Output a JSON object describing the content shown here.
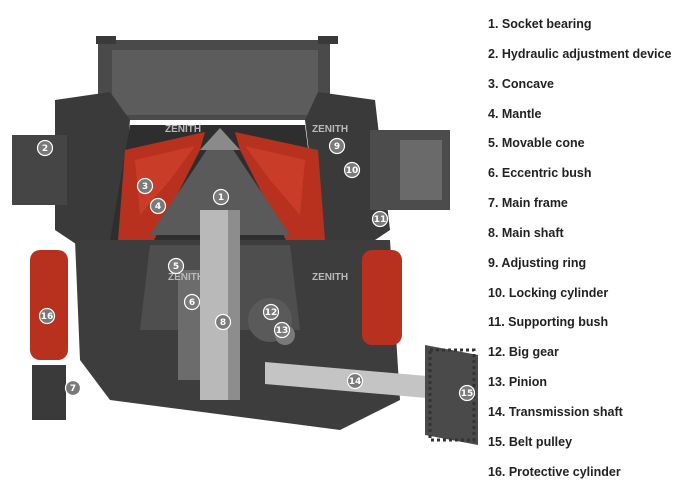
{
  "brand_watermark": "ZENITH",
  "colors": {
    "frame_dark": "#3a3a3a",
    "frame_mid": "#555555",
    "frame_light": "#7a7a7a",
    "liner_red": "#b8301e",
    "liner_highlight": "#d4462e",
    "shaft_silver": "#b9b9b9",
    "callout_fill": "#7a7a7a"
  },
  "parts": [
    {
      "num": "1",
      "label": "1. Socket bearing"
    },
    {
      "num": "2",
      "label": "2. Hydraulic adjustment device"
    },
    {
      "num": "3",
      "label": "3. Concave"
    },
    {
      "num": "4",
      "label": "4. Mantle"
    },
    {
      "num": "5",
      "label": "5. Movable cone"
    },
    {
      "num": "6",
      "label": "6. Eccentric bush"
    },
    {
      "num": "7",
      "label": "7. Main frame"
    },
    {
      "num": "8",
      "label": "8. Main shaft"
    },
    {
      "num": "9",
      "label": "9. Adjusting ring"
    },
    {
      "num": "10",
      "label": "10. Locking cylinder"
    },
    {
      "num": "11",
      "label": "11. Supporting bush"
    },
    {
      "num": "12",
      "label": "12. Big gear"
    },
    {
      "num": "13",
      "label": "13. Pinion"
    },
    {
      "num": "14",
      "label": "14. Transmission shaft"
    },
    {
      "num": "15",
      "label": "15. Belt pulley"
    },
    {
      "num": "16",
      "label": "16. Protective cylinder"
    }
  ]
}
